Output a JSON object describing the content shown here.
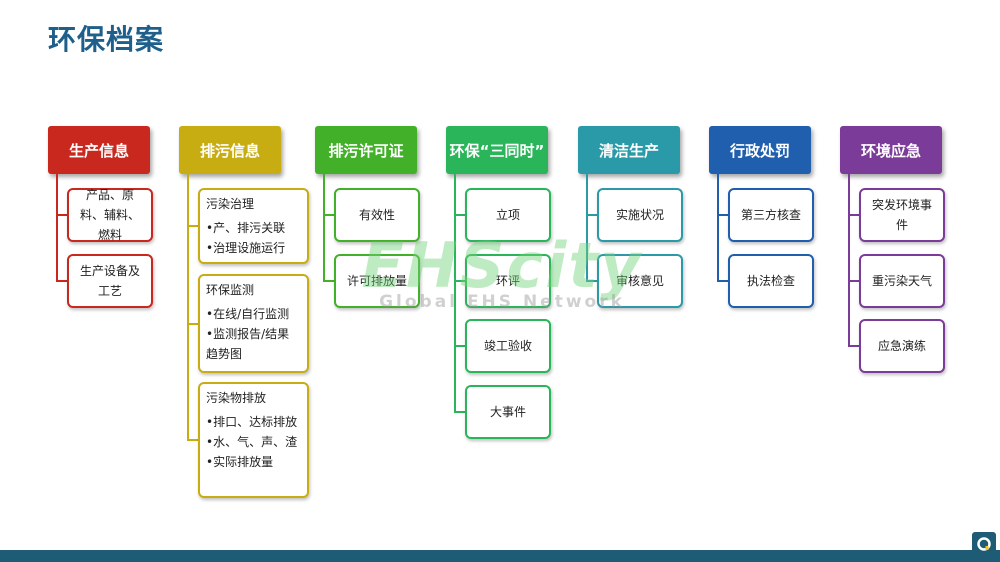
{
  "title": "环保档案",
  "watermark": {
    "main": "EHScity",
    "sub": "Global EHS Network"
  },
  "columns": [
    {
      "header": "生产信息",
      "color": "#c8281e",
      "items": [
        {
          "text": "产品、原料、辅料、燃料"
        },
        {
          "text": "生产设备及工艺"
        }
      ]
    },
    {
      "header": "排污信息",
      "color": "#c8ad12",
      "items": [
        {
          "title": "污染治理",
          "lines": [
            "•产、排污关联",
            "•治理设施运行"
          ]
        },
        {
          "title": "环保监测",
          "lines": [
            "•在线/自行监测",
            "•监测报告/结果趋势图"
          ]
        },
        {
          "title": "污染物排放",
          "lines": [
            "•排口、达标排放",
            "•水、气、声、渣",
            "•实际排放量"
          ]
        }
      ]
    },
    {
      "header": "排污许可证",
      "color": "#42b028",
      "items": [
        {
          "text": "有效性"
        },
        {
          "text": "许可排放量"
        }
      ]
    },
    {
      "header": "环保“三同时”",
      "color": "#2bb55a",
      "items": [
        {
          "text": "立项"
        },
        {
          "text": "环评"
        },
        {
          "text": "竣工验收"
        },
        {
          "text": "大事件"
        }
      ]
    },
    {
      "header": "清洁生产",
      "color": "#2b9aa8",
      "items": [
        {
          "text": "实施状况"
        },
        {
          "text": "审核意见"
        }
      ]
    },
    {
      "header": "行政处罚",
      "color": "#1f5fae",
      "items": [
        {
          "text": "第三方核查"
        },
        {
          "text": "执法检查"
        }
      ]
    },
    {
      "header": "环境应急",
      "color": "#7a3c98",
      "items": [
        {
          "text": "突发环境事件"
        },
        {
          "text": "重污染天气"
        },
        {
          "text": "应急演练"
        }
      ]
    }
  ]
}
